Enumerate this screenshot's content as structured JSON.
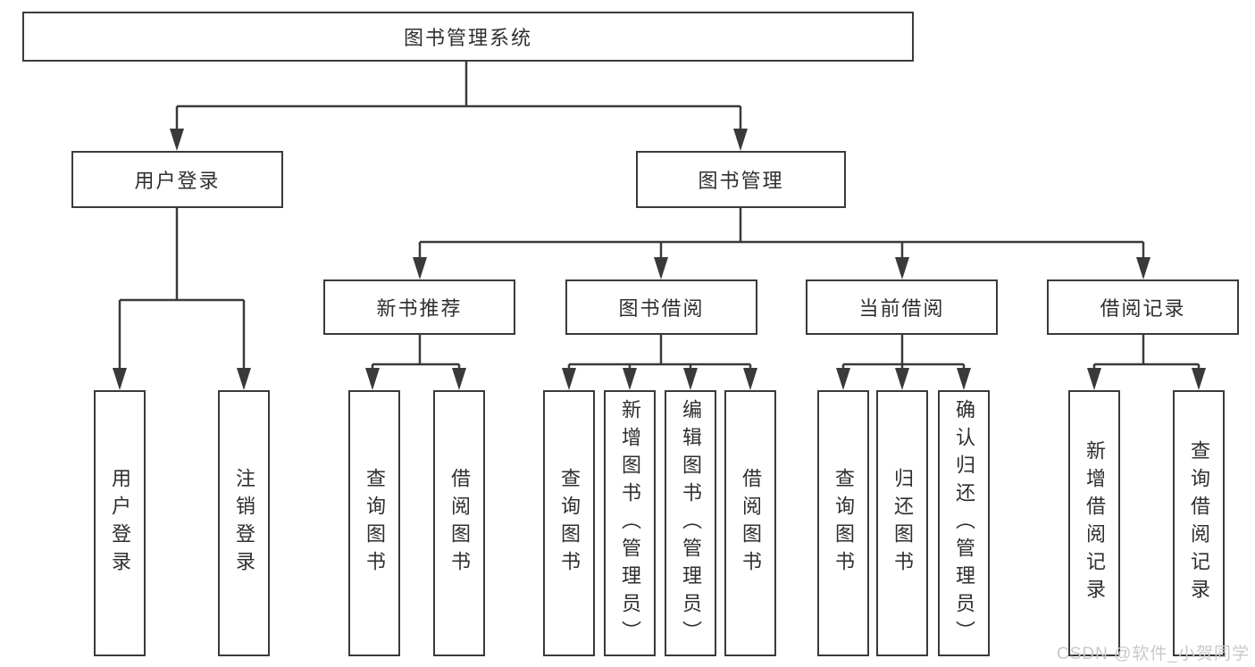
{
  "tree": {
    "root": {
      "label": "图书管理系统"
    },
    "branches": [
      {
        "label": "用户登录",
        "children": [
          {
            "label": "用户登录"
          },
          {
            "label": "注销登录"
          }
        ]
      },
      {
        "label": "图书管理",
        "children": [
          {
            "label": "新书推荐",
            "children": [
              {
                "label": "查询图书"
              },
              {
                "label": "借阅图书"
              }
            ]
          },
          {
            "label": "图书借阅",
            "children": [
              {
                "label": "查询图书"
              },
              {
                "label": "新增图书（管理员）"
              },
              {
                "label": "编辑图书（管理员）"
              },
              {
                "label": "借阅图书"
              }
            ]
          },
          {
            "label": "当前借阅",
            "children": [
              {
                "label": "查询图书"
              },
              {
                "label": "归还图书"
              },
              {
                "label": "确认归还（管理员）"
              }
            ]
          },
          {
            "label": "借阅记录",
            "children": [
              {
                "label": "新增借阅记录"
              },
              {
                "label": "查询借阅记录"
              }
            ]
          }
        ]
      }
    ]
  },
  "watermark": {
    "text": "CSDN @软件_小贺同学"
  },
  "colors": {
    "line": "#3a3a3a",
    "box_border": "#3a3a3a",
    "box_fill": "#ffffff",
    "text": "#2f2f2f",
    "watermark": "#c9c9c9",
    "background": "#ffffff"
  }
}
